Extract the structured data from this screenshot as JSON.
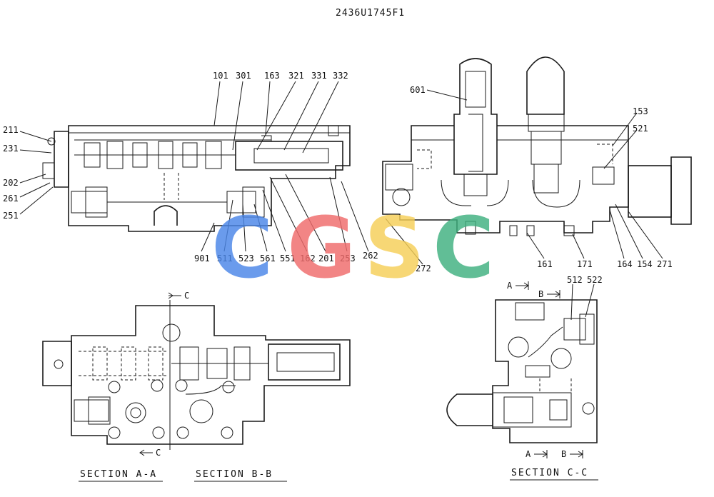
{
  "drawing_number": "2436U1745F1",
  "watermark": {
    "letters": [
      "C",
      "G",
      "S",
      "C"
    ],
    "colors": [
      "#4a86e8",
      "#f06b6b",
      "#f6cf57",
      "#3fb07f"
    ]
  },
  "callouts": [
    "101",
    "301",
    "163",
    "321",
    "331",
    "332",
    "211",
    "231",
    "202",
    "261",
    "251",
    "901",
    "511",
    "523",
    "561",
    "551",
    "162",
    "201",
    "253",
    "262",
    "601",
    "153",
    "521",
    "272",
    "161",
    "171",
    "164",
    "154",
    "271",
    "512",
    "522"
  ],
  "cut_markers": {
    "c_top": "C",
    "c_bottom": "C",
    "a_top": "A",
    "b_top": "B",
    "a_bottom": "A",
    "b_bottom": "B"
  },
  "section_labels": {
    "aa": "SECTION A-A",
    "bb": "SECTION B-B",
    "cc": "SECTION C-C"
  }
}
